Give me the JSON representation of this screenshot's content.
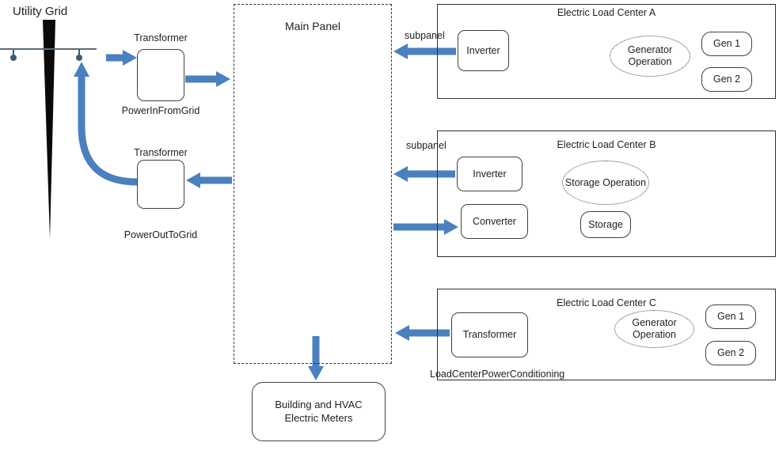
{
  "diagram": {
    "utility_grid_label": "Utility Grid",
    "power_in": {
      "title": "Transformer",
      "caption": "PowerInFromGrid"
    },
    "power_out": {
      "title": "Transformer",
      "caption": "PowerOutToGrid"
    },
    "main_panel_label": "Main Panel",
    "building_meters_label": "Building and HVAC Electric Meters",
    "load_center_a": {
      "title": "Electric Load Center A",
      "subpanel": "subpanel",
      "inverter": "Inverter",
      "generator_operation": "Generator Operation",
      "gen1": "Gen 1",
      "gen2": "Gen 2"
    },
    "load_center_b": {
      "title": "Electric Load Center B",
      "subpanel": "subpanel",
      "inverter": "Inverter",
      "converter": "Converter",
      "storage_operation": "Storage Operation",
      "storage": "Storage"
    },
    "load_center_c": {
      "title": "Electric Load Center C",
      "transformer": "Transformer",
      "generator_operation": "Generator Operation",
      "gen1": "Gen 1",
      "gen2": "Gen 2",
      "caption": "LoadCenterPowerConditioning"
    },
    "colors": {
      "arrow": "#4a80bd",
      "border": "#404040"
    }
  }
}
